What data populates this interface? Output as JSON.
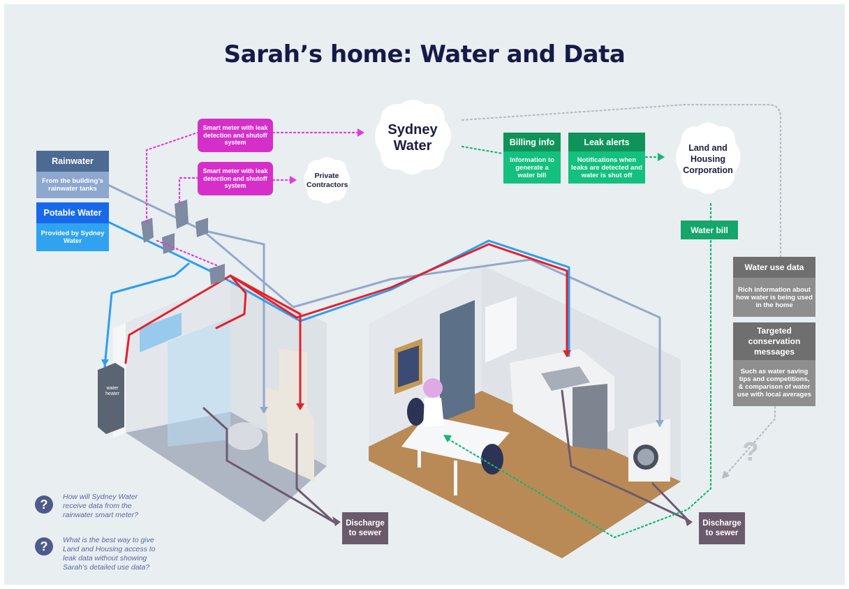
{
  "title": "Sarah’s home: Water and Data",
  "rainwater": {
    "title": "Rainwater",
    "desc": "From the building’s rainwater tanks"
  },
  "potable": {
    "title": "Potable Water",
    "desc": "Provided by Sydney Water"
  },
  "smart_meter_1": "Smart meter with leak detection and shutoff system",
  "smart_meter_2": "Smart meter with leak detection and shutoff system",
  "sydney_water": "Sydney Water",
  "private_contractors": "Private Contractors",
  "billing_info": {
    "title": "Billing info",
    "desc": "Information to generate a water bill"
  },
  "leak_alerts": {
    "title": "Leak alerts",
    "desc": "Notifications when leaks are detected and water is shut off"
  },
  "land_housing": "Land and Housing Corporation",
  "water_bill": "Water bill",
  "water_use_data": {
    "title": "Water use data",
    "desc": "Rich information about how water is being used in the home"
  },
  "conservation": {
    "title": "Targeted conservation messages",
    "desc": "Such as water saving tips and competitions, & comparison of water use with local averages"
  },
  "water_heater": "water heater",
  "unknown_mark": "?",
  "sewer_left": "Discharge to sewer",
  "sewer_right": "Discharge to sewer",
  "questions": [
    {
      "mark": "?",
      "text": "How will Sydney Water receive data from the rainwater smart meter?"
    },
    {
      "mark": "?",
      "text": "What is the best way to give Land and Housing access to leak data without showing Sarah’s detailed use data?"
    }
  ],
  "colors": {
    "title": "#161a48",
    "rainwater_header": "#4c6a92",
    "rainwater_body": "#8ea7cf",
    "potable_header": "#1769ea",
    "potable_body": "#2fa3f0",
    "smart_meter": "#d62fc9",
    "billing_header": "#10935a",
    "billing_body": "#14c07e",
    "water_bill": "#14a66b",
    "gray_header": "#6f6f6f",
    "gray_body": "#8e8e8e",
    "sewer": "#6b5a6c",
    "hot_pipe": "#e3202a",
    "cold_pipe": "#2a9ef0",
    "rain_pipe": "#94a8cc",
    "waste_pipe": "#6e5a6f"
  }
}
